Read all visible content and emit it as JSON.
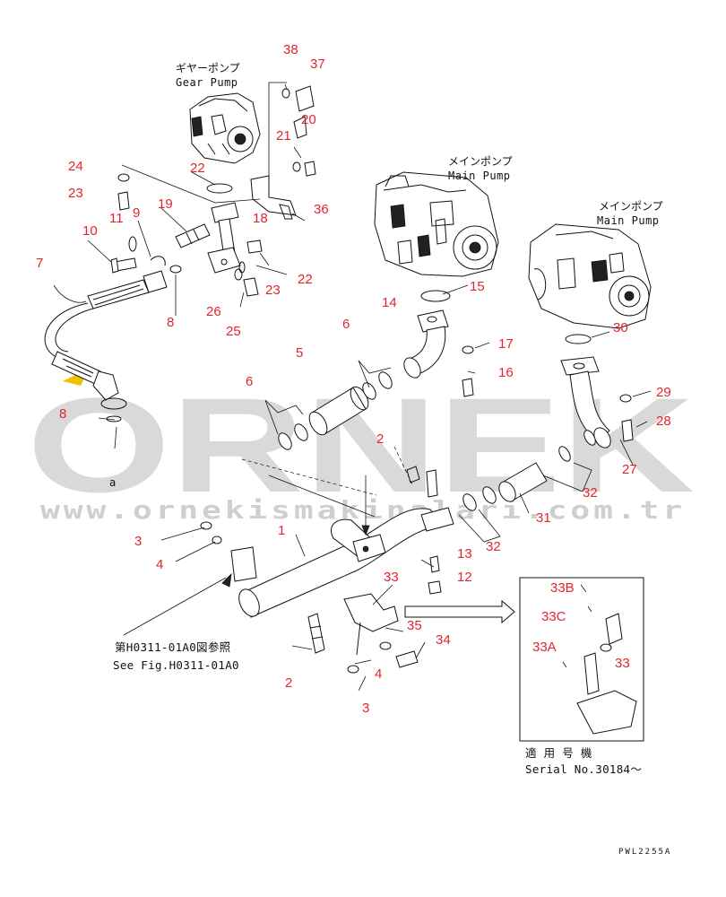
{
  "labels": {
    "gear_pump_jp": "ギヤーポンプ",
    "gear_pump_en": "Gear Pump",
    "main_pump_jp": "メインポンプ",
    "main_pump_en": "Main Pump",
    "ref_jp": "第H0311-01A0図参照",
    "ref_en": "See Fig.H0311-01A0",
    "serial_jp": "適 用 号 機",
    "serial_en": "Serial No.30184～",
    "drawing_code": "PWL2255A",
    "letter_a": "a"
  },
  "watermark": {
    "brand": "ORNEK",
    "url": "www.ornekismakinalari.com.tr"
  },
  "callouts": [
    "1",
    "2",
    "3",
    "4",
    "5",
    "6",
    "7",
    "8",
    "9",
    "10",
    "11",
    "12",
    "13",
    "14",
    "15",
    "16",
    "17",
    "18",
    "19",
    "20",
    "21",
    "22",
    "23",
    "24",
    "25",
    "26",
    "27",
    "28",
    "29",
    "30",
    "31",
    "32",
    "33",
    "33A",
    "33B",
    "33C",
    "34",
    "35",
    "36",
    "37",
    "38"
  ],
  "colors": {
    "callout": "#e0262c",
    "line": "#111111",
    "watermark": "#d9d9d9",
    "watermark_accent": "#f2c200"
  }
}
